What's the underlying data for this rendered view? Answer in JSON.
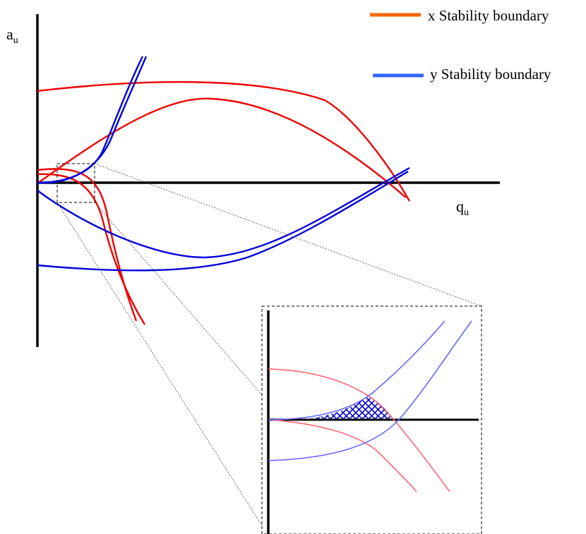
{
  "axes": {
    "y_label": "a",
    "y_label_sub": "u",
    "x_label": "q",
    "x_label_sub": "u"
  },
  "legend": [
    {
      "label": "x Stability boundary",
      "color": "#ff6600"
    },
    {
      "label": "y Stability boundary",
      "color": "#3366ff"
    }
  ],
  "colors": {
    "x_boundary": "#ee0000",
    "y_boundary": "#0000dd",
    "x_boundary_inset": "#ff6677",
    "y_boundary_inset": "#6666ff",
    "stable_hatch": "#0000cc",
    "axis": "#000000"
  }
}
